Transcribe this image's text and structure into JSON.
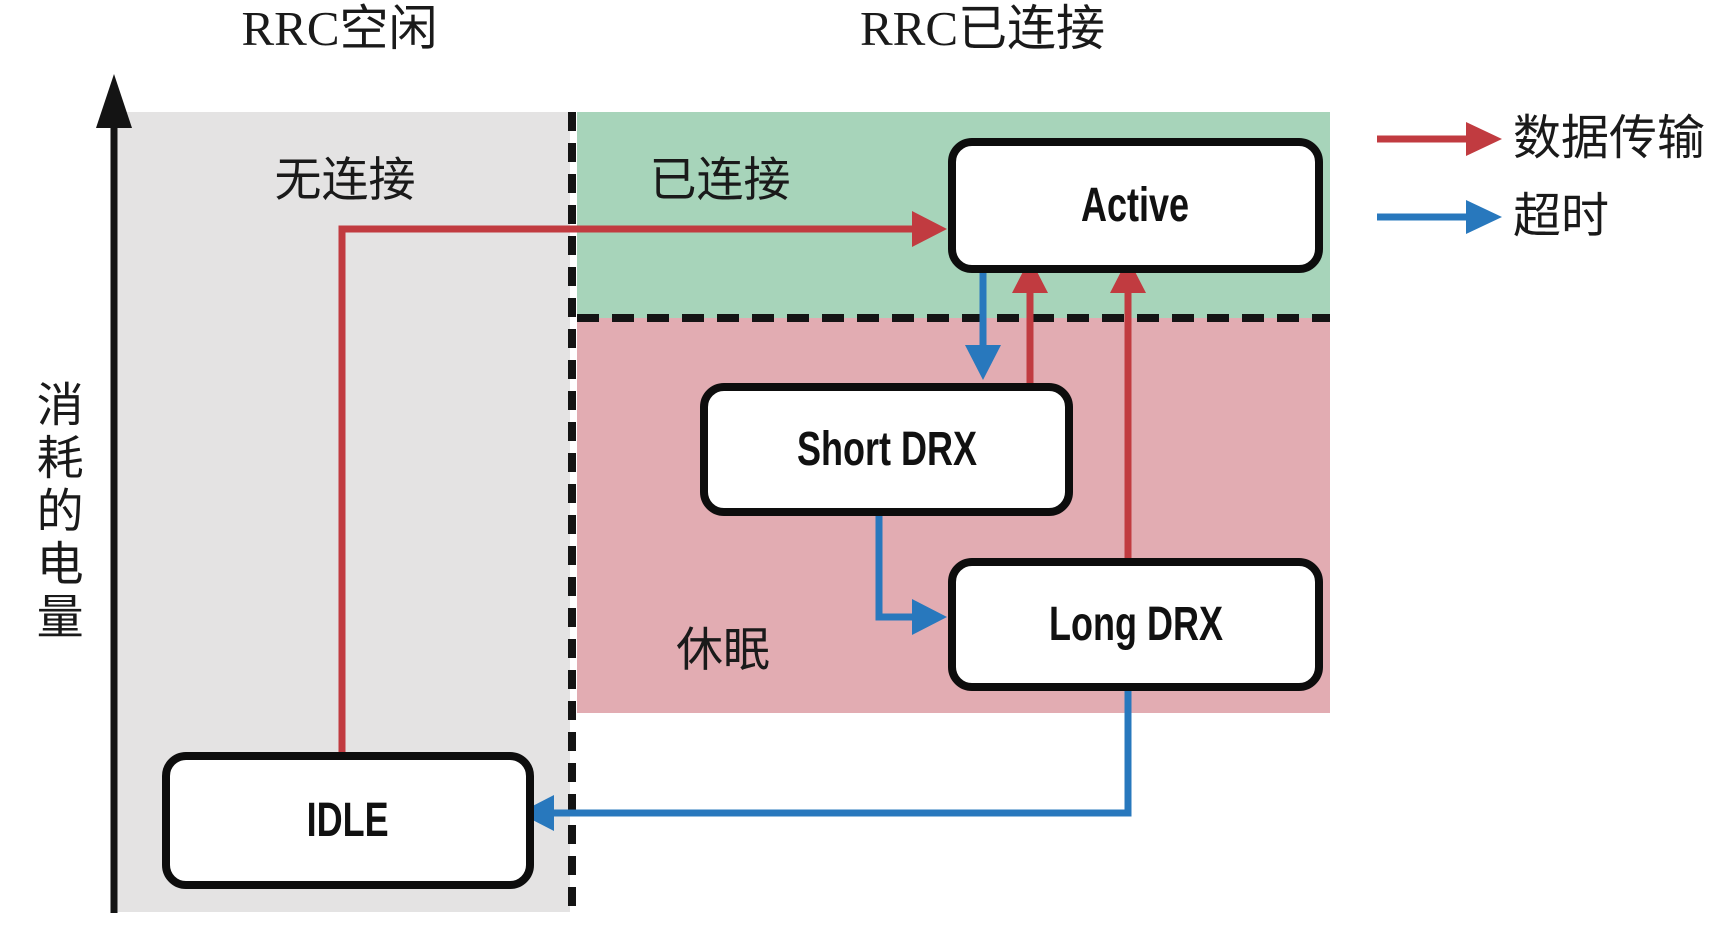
{
  "titles": {
    "rrc_idle": "RRC空闲",
    "rrc_connected": "RRC已连接"
  },
  "y_axis": {
    "label": "消耗的电量"
  },
  "zones": {
    "no_connection": {
      "label": "无连接",
      "bg": "#e4e3e3"
    },
    "connected": {
      "label": "已连接",
      "bg": "#a7d4ba"
    },
    "dormant": {
      "label": "休眠",
      "bg": "#e2acb2"
    }
  },
  "states": {
    "active": {
      "label": "Active"
    },
    "short_drx": {
      "label": "Short DRX"
    },
    "long_drx": {
      "label": "Long DRX"
    },
    "idle": {
      "label": "IDLE"
    }
  },
  "legend": {
    "data_transfer": {
      "label": "数据传输",
      "color": "#c13b40"
    },
    "timeout": {
      "label": "超时",
      "color": "#2878bd"
    }
  },
  "colors": {
    "red": "#c13b40",
    "blue": "#2878bd",
    "black": "#141414"
  }
}
